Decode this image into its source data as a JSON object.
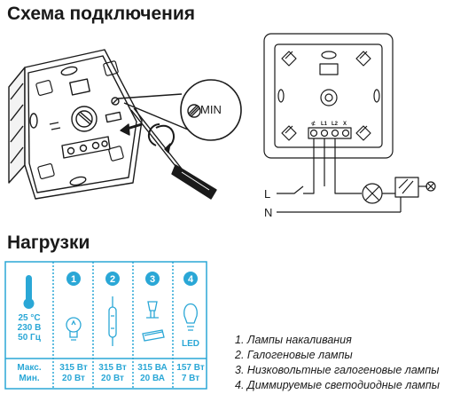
{
  "diagram_title": "Схема подключения",
  "loads_title": "Нагрузки",
  "min_label": "MIN",
  "terminals": {
    "t1": "⊄",
    "t2": "L1",
    "t3": "L2",
    "t4": "X"
  },
  "wires": {
    "L": "L",
    "N": "N"
  },
  "conditions": {
    "temp": "25 °C",
    "voltage": "230 В",
    "freq": "50 Гц"
  },
  "badges": [
    "1",
    "2",
    "3",
    "4"
  ],
  "led_label": "LED",
  "row_label": {
    "max": "Макс.",
    "min": "Мин."
  },
  "values": [
    {
      "max": "315 Вт",
      "min": "20 Вт"
    },
    {
      "max": "315 Вт",
      "min": "20 Вт"
    },
    {
      "max": "315 ВА",
      "min": "20 ВА"
    },
    {
      "max": "157 Вт",
      "min": "7 Вт"
    }
  ],
  "legend": [
    "1. Лампы накаливания",
    "2. Галогеновые лампы",
    "3. Низковольтные галогеновые лампы",
    "4. Диммируемые светодиодные лампы"
  ],
  "colors": {
    "accent": "#2aa7d6",
    "line": "#1a1a1a"
  }
}
